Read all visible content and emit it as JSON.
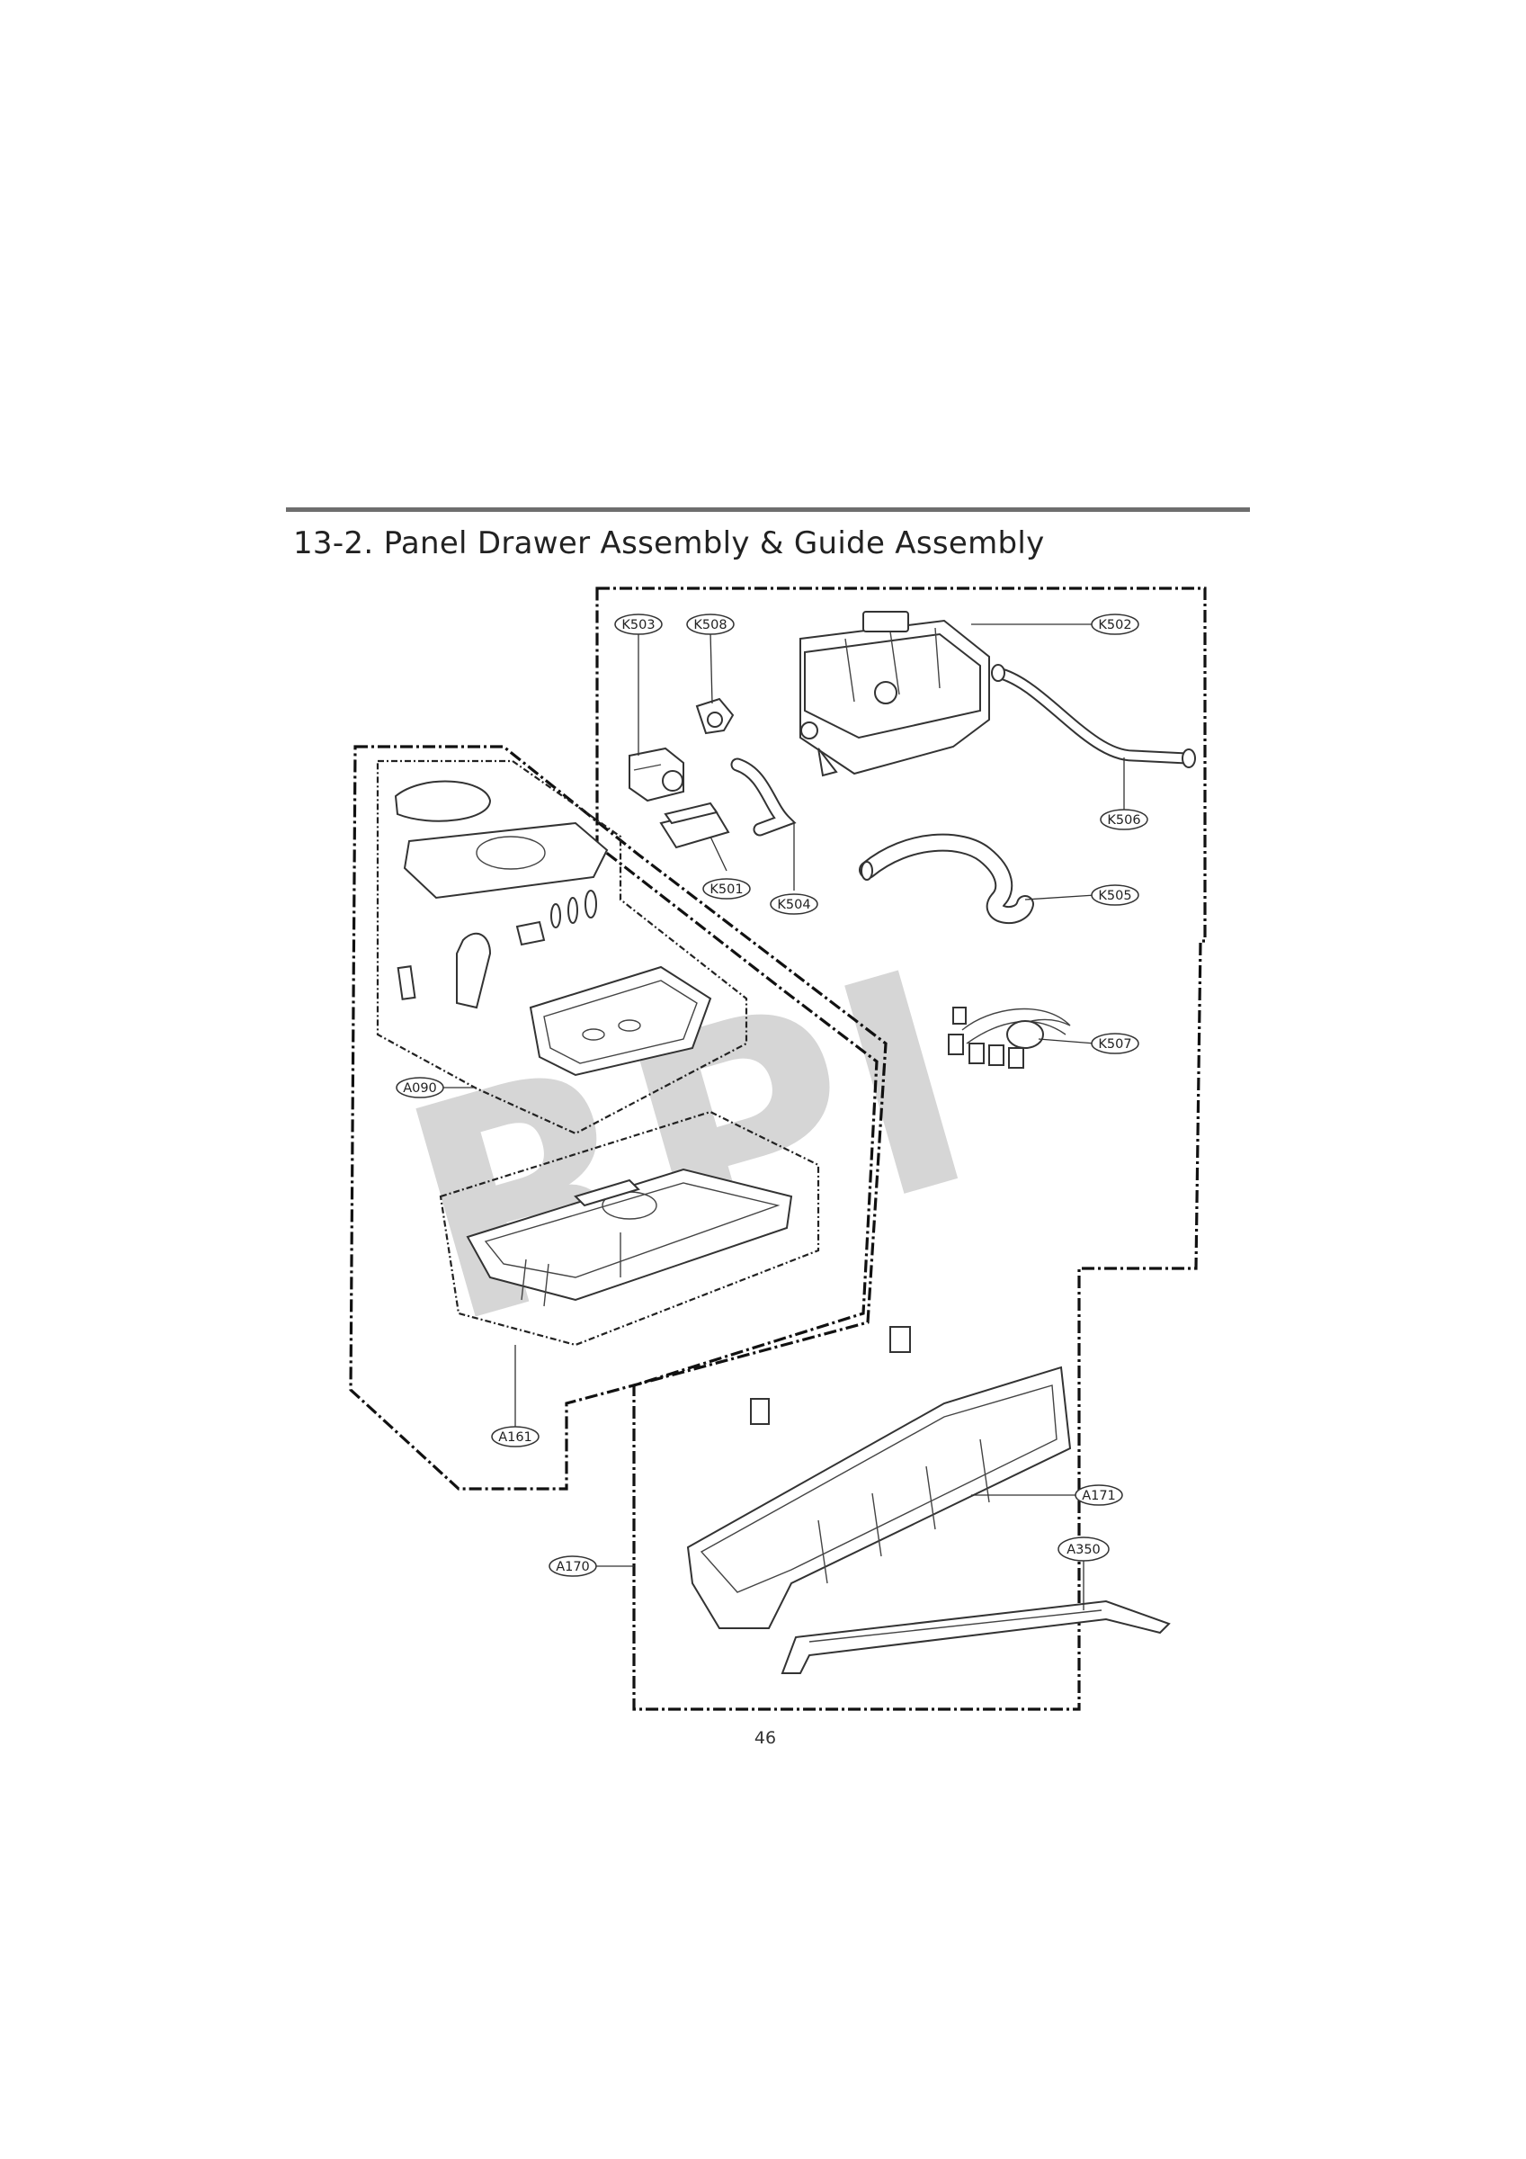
{
  "section_title": "13-2. Panel Drawer Assembly & Guide Assembly",
  "page_number": "46",
  "watermark": "RPI",
  "callouts": {
    "k503": "K503",
    "k508": "K508",
    "k502": "K502",
    "k506": "K506",
    "k501": "K501",
    "k504": "K504",
    "k505": "K505",
    "k507": "K507",
    "a090": "A090",
    "a161": "A161",
    "a171": "A171",
    "a350": "A350",
    "a170": "A170"
  }
}
